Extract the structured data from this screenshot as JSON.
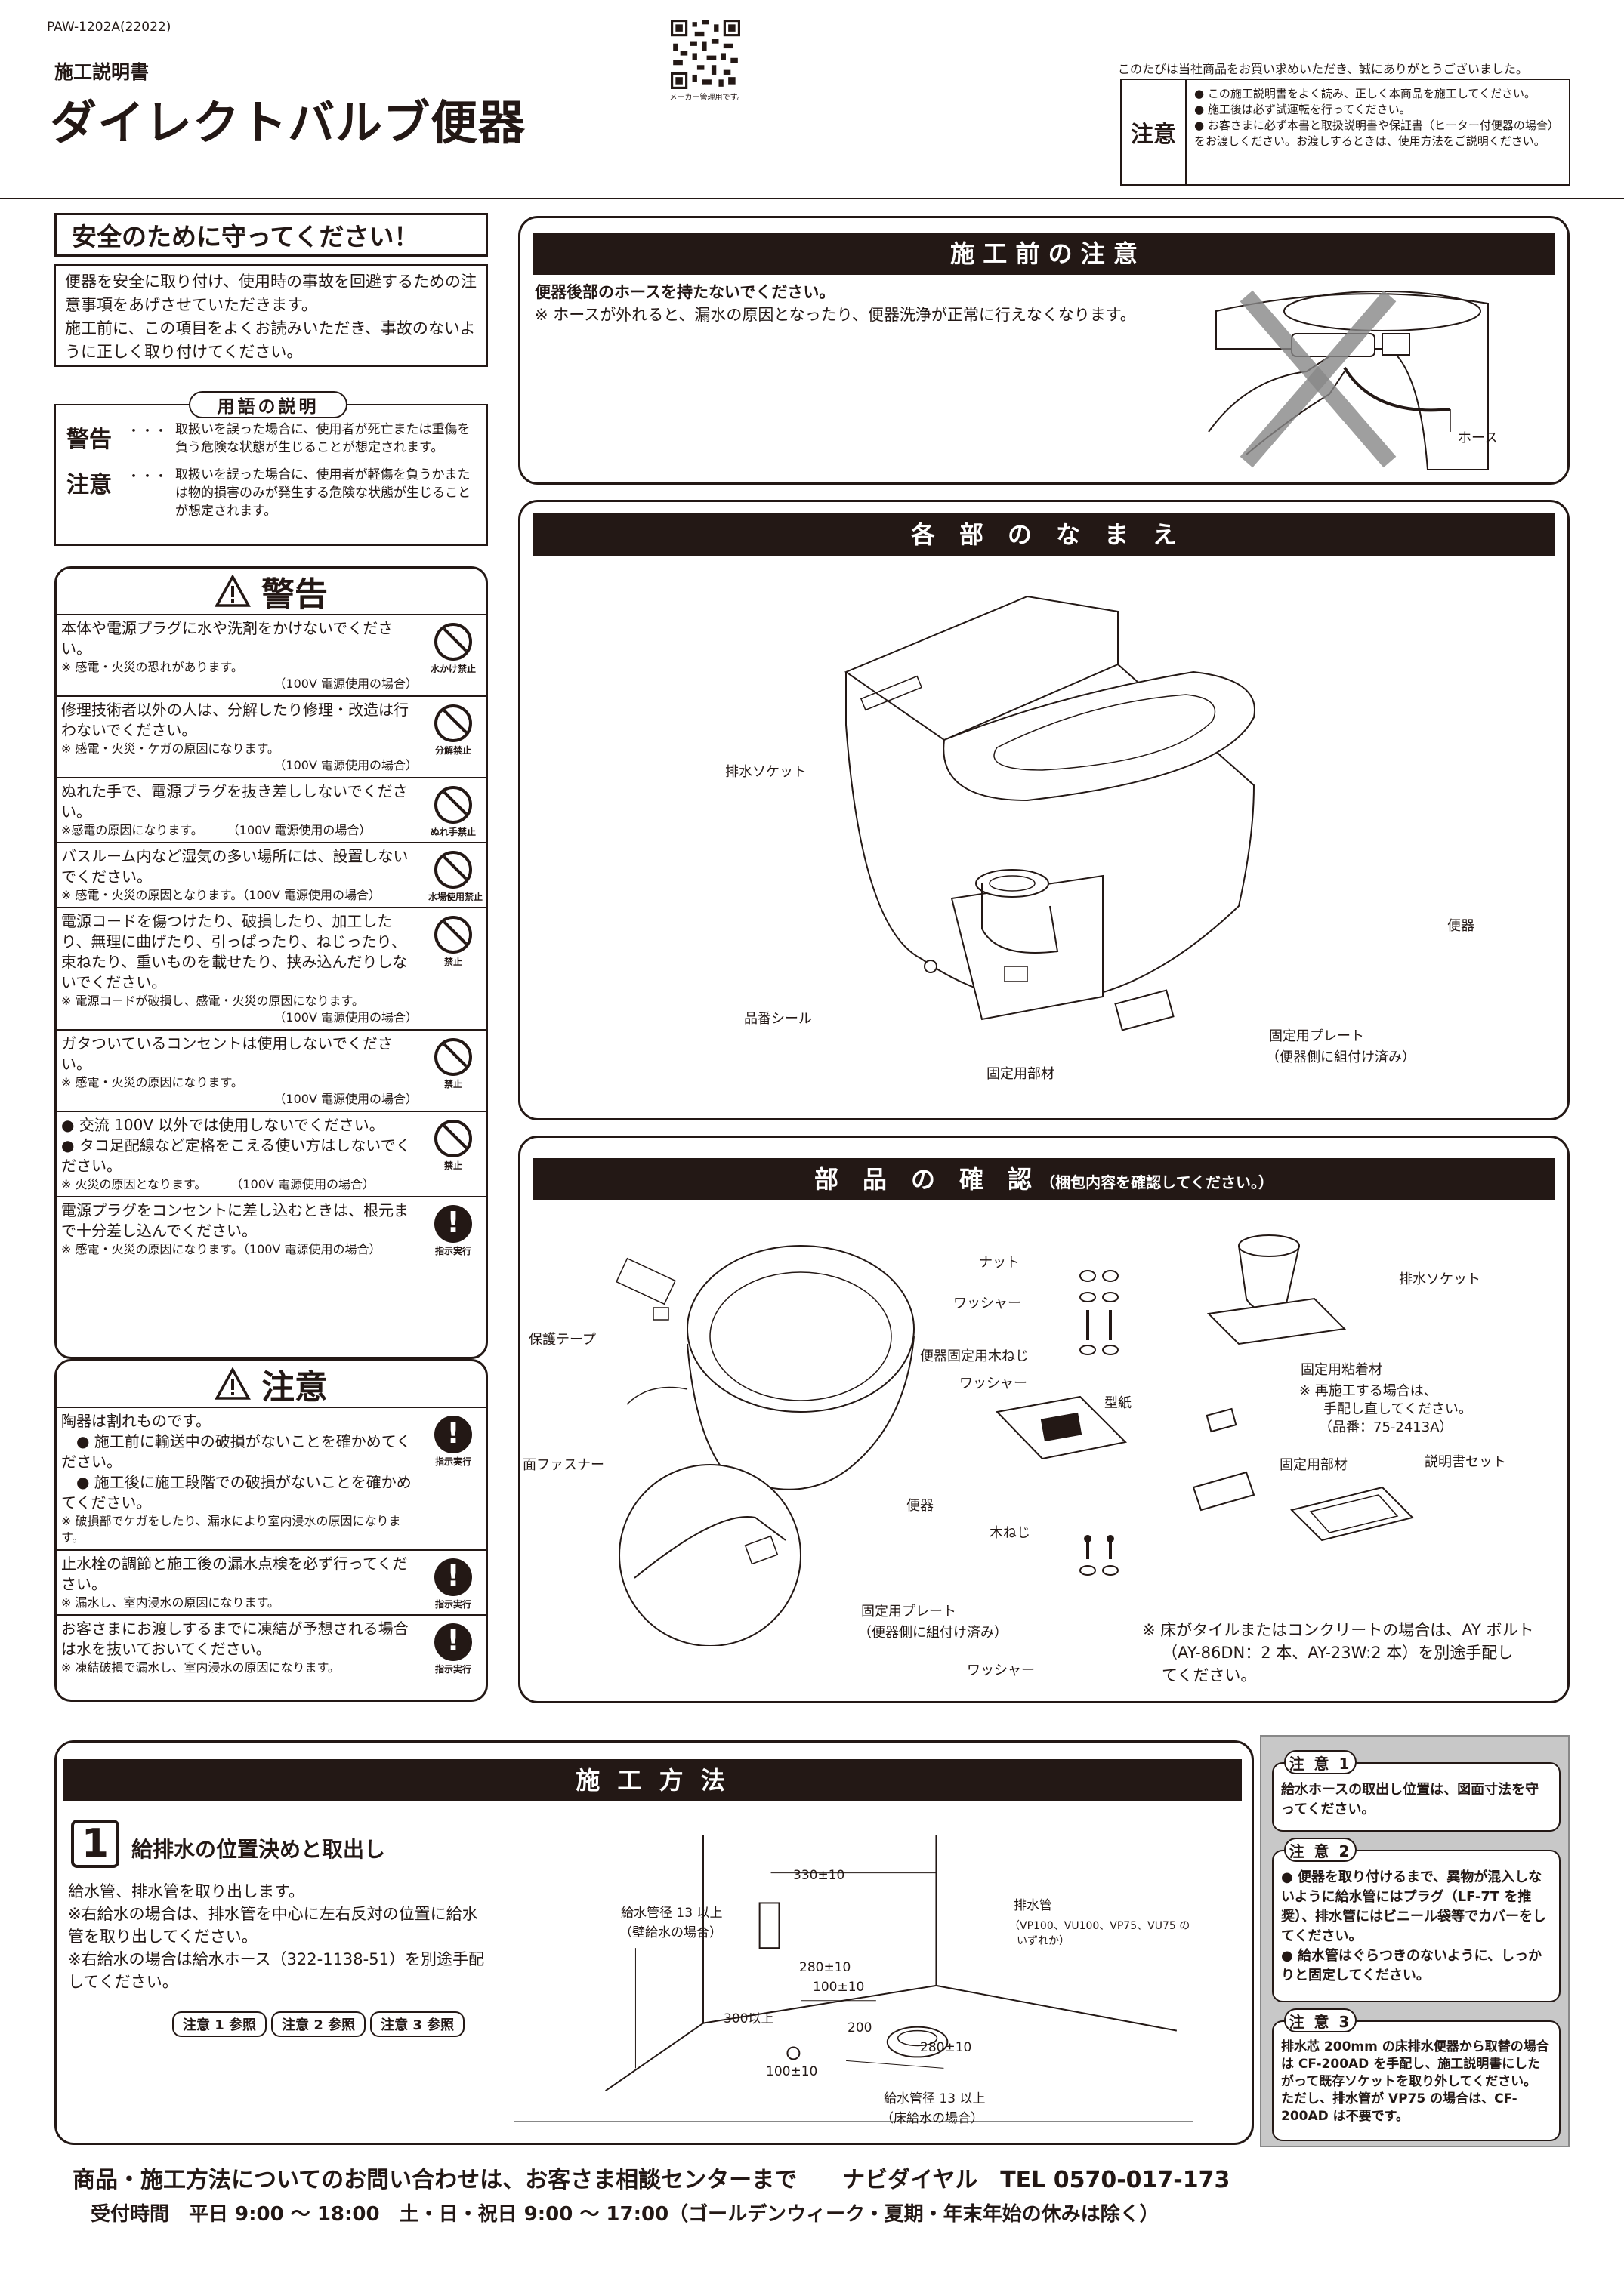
{
  "header": {
    "doc_id": "PAW-1202A(22022)",
    "doc_type": "施工説明書",
    "title": "ダイレクトバルブ便器",
    "qr_caption": "メーカー管理用です。",
    "thanks": "このたびは当社商品をお買い求めいただき、誠にありがとうございました。",
    "notice_label": "注意",
    "notice_items": [
      "この施工説明書をよく読み、正しく本商品を施工してください。",
      "施工後は必ず試運転を行ってください。",
      "お客さまに必ず本書と取扱説明書や保証書（ヒーター付便器の場合）をお渡しください。お渡しするときは、使用方法をご説明ください。"
    ]
  },
  "safety": {
    "heading": "安全のために守ってください！",
    "intro": [
      "便器を安全に取り付け、使用時の事故を回避するための注意事項をあげさせていただきます。",
      "施工前に、この項目をよくお読みいただき、事故のないように正しく取り付けてください。"
    ],
    "terms_heading": "用語の説明",
    "terms": [
      {
        "k": "警告",
        "d": "・・・",
        "v": "取扱いを誤った場合に、使用者が死亡または重傷を負う危険な状態が生じることが想定されます。"
      },
      {
        "k": "注意",
        "d": "・・・",
        "v": "取扱いを誤った場合に、使用者が軽傷を負うかまたは物的損害のみが発生する危険な状態が生じることが想定されます。"
      }
    ]
  },
  "warning": {
    "heading": "警告",
    "rows": [
      {
        "main": "本体や電源プラグに水や洗剤をかけないでください。",
        "note": "※ 感電・火災の恐れがあります。",
        "right": "（100V 電源使用の場合）",
        "sym": "水かけ禁止",
        "type": "p"
      },
      {
        "main": "修理技術者以外の人は、分解したり修理・改造は行わないでください。",
        "note": "※ 感電・火災・ケガの原因になります。",
        "right": "（100V 電源使用の場合）",
        "sym": "分解禁止",
        "type": "p"
      },
      {
        "main": "ぬれた手で、電源プラグを抜き差ししないでください。",
        "note": "※感電の原因になります。　　　（100V 電源使用の場合）",
        "right": "",
        "sym": "ぬれ手禁止",
        "type": "p"
      },
      {
        "main": "バスルーム内など湿気の多い場所には、設置しないでください。",
        "note": "※ 感電・火災の原因となります。（100V 電源使用の場合）",
        "right": "",
        "sym": "水場使用禁止",
        "type": "p"
      },
      {
        "main": "電源コードを傷つけたり、破損したり、加工したり、無理に曲げたり、引っぱったり、ねじったり、束ねたり、重いものを載せたり、挟み込んだりしないでください。",
        "note": "※ 電源コードが破損し、感電・火災の原因になります。",
        "right": "（100V 電源使用の場合）",
        "sym": "禁止",
        "type": "p"
      },
      {
        "main": "ガタついているコンセントは使用しないでください。",
        "note": "※ 感電・火災の原因になります。",
        "right": "（100V 電源使用の場合）",
        "sym": "禁止",
        "type": "p"
      },
      {
        "main": "● 交流 100V 以外では使用しないでください。\n● タコ足配線など定格をこえる使い方はしないでください。",
        "note": "※ 火災の原因となります。　　　（100V 電源使用の場合）",
        "right": "",
        "sym": "禁止",
        "type": "p"
      },
      {
        "main": "電源プラグをコンセントに差し込むときは、根元まで十分差し込んでください。",
        "note": "※ 感電・火災の原因になります。（100V 電源使用の場合）",
        "right": "",
        "sym": "指示実行",
        "type": "b"
      }
    ]
  },
  "caution": {
    "heading": "注意",
    "rows": [
      {
        "main": "陶器は割れものです。\n　● 施工前に輸送中の破損がないことを確かめてください。\n　● 施工後に施工段階での破損がないことを確かめてください。",
        "note": "※ 破損部でケガをしたり、漏水により室内浸水の原因になります。",
        "sym": "指示実行"
      },
      {
        "main": "止水栓の調節と施工後の漏水点検を必ず行ってください。",
        "note": "※ 漏水し、室内浸水の原因になります。",
        "sym": "指示実行"
      },
      {
        "main": "お客さまにお渡しするまでに凍結が予想される場合は水を抜いておいてください。",
        "note": "※ 凍結破損で漏水し、室内浸水の原因になります。",
        "sym": "指示実行"
      }
    ]
  },
  "before": {
    "heading": "施 工 前 の 注 意",
    "line1": "便器後部のホースを持たないでください。",
    "line2": "※ ホースが外れると、漏水の原因となったり、便器洗浄が正常に行えなくなります。",
    "hose": "ホース"
  },
  "names": {
    "heading": "各　部　の　な　ま　え",
    "socket": "排水ソケット",
    "toilet": "便器",
    "seal": "品番シール",
    "plate": "固定用プレート",
    "plate2": "（便器側に組付け済み）",
    "fixer": "固定用部材"
  },
  "parts": {
    "heading": "部　品　の　確　認",
    "heading_sub": "（梱包内容を確認してください。）",
    "tape": "保護テープ",
    "fastener": "面ファスナー",
    "toilet": "便器",
    "plate": "固定用プレート",
    "plate2": "（便器側に組付け済み）",
    "washer3": "ワッシャー",
    "nut": "ナット",
    "washer1": "ワッシャー",
    "screw": "便器固定用木ねじ",
    "washer2": "ワッシャー",
    "paper": "型紙",
    "wood": "木ねじ",
    "socket": "排水ソケット",
    "adhesive": "固定用粘着材",
    "re1": "※ 再施工する場合は、",
    "re2": "手配し直してください。",
    "re3": "（品番：75-2413A）",
    "fixer": "固定用部材",
    "manual": "説明書セット",
    "foot1": "※ 床がタイルまたはコンクリートの場合は、AY ボルト",
    "foot2": "（AY-86DN：2 本、AY-23W:2 本）を別途手配し",
    "foot3": "てください。"
  },
  "method": {
    "heading": "施 工 方 法",
    "step_no": "1",
    "step_title": "給排水の位置決めと取出し",
    "body": [
      "給水管、排水管を取り出します。",
      "※右給水の場合は、排水管を中心に左右反対の位置に給水管を取り出してください。",
      "※右給水の場合は給水ホース（322-1138-51）を別途手配してください。"
    ],
    "refs": [
      "注意 1 参照",
      "注意 2 参照",
      "注意 3 参照"
    ],
    "diagram": {
      "d330": "330±10",
      "wall1": "給水管径 13 以上",
      "wall2": "（壁給水の場合）",
      "drain": "排水管",
      "drain_sub": "（VP100、VU100、VP75、VU75 の",
      "drain_sub2": "いずれか）",
      "d280a": "280±10",
      "d100a": "100±10",
      "d300": "300以上",
      "d200": "200",
      "d280b": "280±10",
      "d100b": "100±10",
      "floor1": "給水管径 13 以上",
      "floor2": "（床給水の場合）"
    }
  },
  "notes": [
    {
      "head": "注 意 1",
      "text": "給水ホースの取出し位置は、図面寸法を守ってください。"
    },
    {
      "head": "注 意 2",
      "text": "● 便器を取り付けるまで、異物が混入しないように給水管にはプラグ（LF-7T を推奨）、排水管にはビニール袋等でカバーをしてください。\n● 給水管はぐらつきのないように、しっかりと固定してください。"
    },
    {
      "head": "注 意 3",
      "text": "排水芯 200mm の床排水便器から取替の場合は CF-200AD を手配し、施工説明書にしたがって既存ソケットを取り外してください。\nただし、排水管が VP75 の場合は、CF-200AD は不要です。"
    }
  ],
  "footer": {
    "contact": "商品・施工方法についてのお問い合わせは、お客さま相談センターまで　　ナビダイヤル　TEL 0570-017-173",
    "hours": "受付時間　平日 9:00 ～ 18:00　土・日・祝日 9:00 ～ 17:00（ゴールデンウィーク・夏期・年末年始の休みは除く）"
  }
}
